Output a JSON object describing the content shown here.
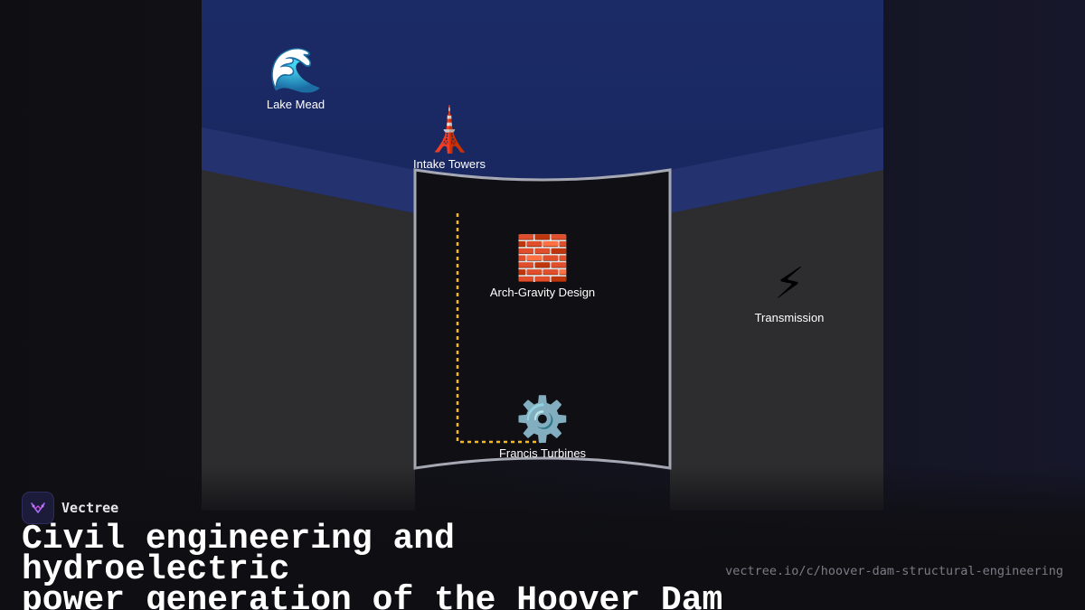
{
  "colors": {
    "water": "#1b2a63",
    "water_edge": "#24336f",
    "canyon_rock": "#2d2d2f",
    "dam_outline": "#a6a8b4",
    "flow_path": "#f5b820",
    "background": "#0f0f13"
  },
  "nodes": [
    {
      "id": "lake-mead",
      "icon": "wave-icon",
      "emoji": "🌊",
      "label": "Lake Mead"
    },
    {
      "id": "intake-towers",
      "icon": "tower-icon",
      "emoji": "🗼",
      "label": "Intake Towers"
    },
    {
      "id": "arch-gravity",
      "icon": "brick-icon",
      "emoji": "🧱",
      "label": "Arch-Gravity Design"
    },
    {
      "id": "transmission",
      "icon": "lightning-icon",
      "emoji": "⚡",
      "label": "Transmission"
    },
    {
      "id": "francis-turbines",
      "icon": "gear-icon",
      "emoji": "⚙️",
      "label": "Francis Turbines"
    }
  ],
  "brand": {
    "name": "Vectree",
    "logo_icon": "vectree-logo-icon"
  },
  "headline": {
    "line1": "Civil engineering and hydroelectric",
    "line2": "power generation of the Hoover Dam"
  },
  "url": "vectree.io/c/hoover-dam-structural-engineering"
}
